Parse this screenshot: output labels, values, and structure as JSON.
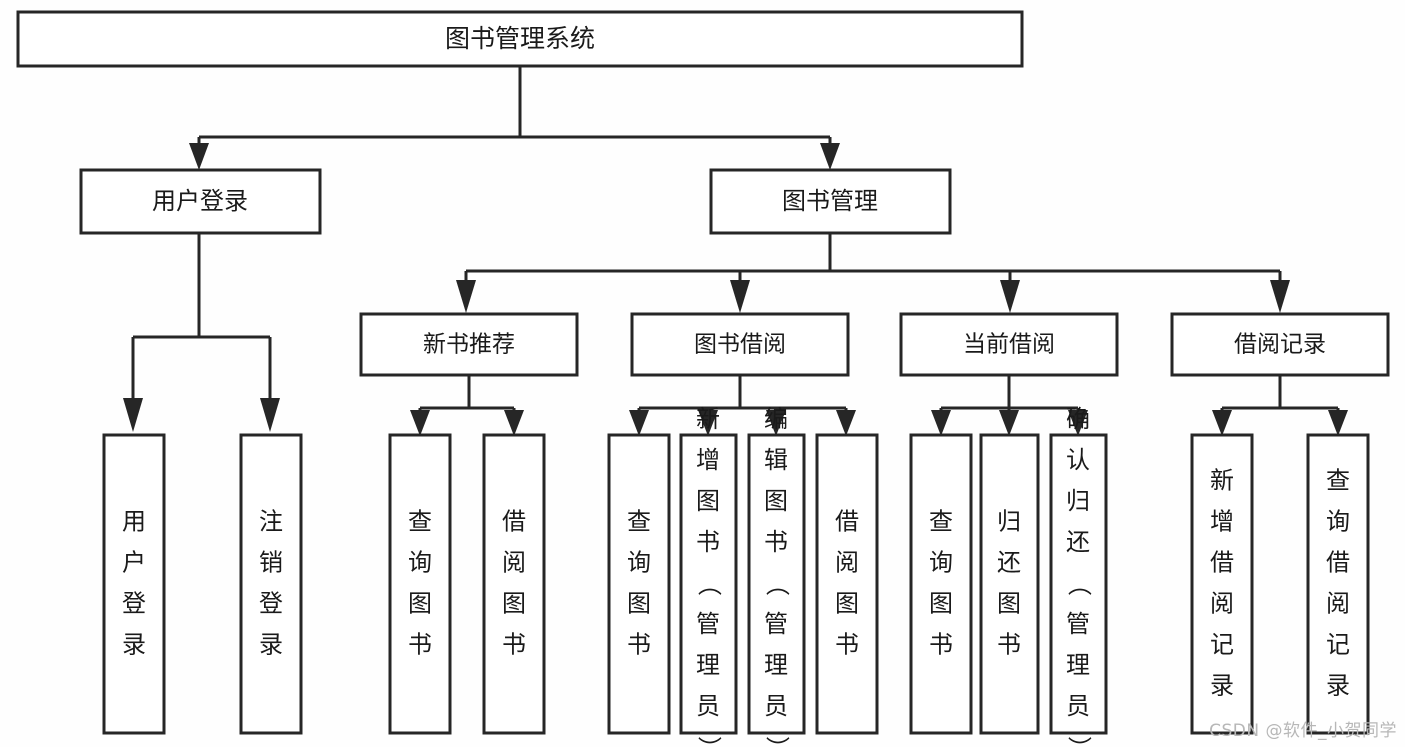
{
  "diagram": {
    "type": "tree-hierarchy",
    "title": "图书管理系统",
    "watermark": "CSDN @软件_小贺同学",
    "colors": {
      "stroke": "#262626",
      "box_fill": "#ffffff",
      "text": "#1a1a1a",
      "background": "#fefefe",
      "watermark": "#b7b7b7"
    },
    "levels": {
      "level1": [
        "图书管理系统"
      ],
      "level2": [
        "用户登录",
        "图书管理"
      ],
      "level3": [
        "新书推荐",
        "图书借阅",
        "当前借阅",
        "借阅记录"
      ],
      "level4": [
        "用户登录",
        "注销登录",
        "查询图书",
        "借阅图书",
        "查询图书",
        "新增图书（管理员）",
        "编辑图书（管理员）",
        "借阅图书",
        "查询图书",
        "归还图书",
        "确认归还（管理员）",
        "新增借阅记录",
        "查询借阅记录"
      ]
    },
    "nodes": {
      "root": {
        "label": "图书管理系统"
      },
      "user_login": {
        "label": "用户登录"
      },
      "book_manage": {
        "label": "图书管理"
      },
      "new_book_rec": {
        "label": "新书推荐"
      },
      "book_borrow": {
        "label": "图书借阅"
      },
      "current_borrow": {
        "label": "当前借阅"
      },
      "borrow_record": {
        "label": "借阅记录"
      },
      "leaf_user_login": {
        "label": "用户登录"
      },
      "leaf_logout": {
        "label": "注销登录"
      },
      "leaf_query_book_1": {
        "label": "查询图书"
      },
      "leaf_borrow_book_1": {
        "label": "借阅图书"
      },
      "leaf_query_book_2": {
        "label": "查询图书"
      },
      "leaf_add_book": {
        "label": "新增图书（管理员）"
      },
      "leaf_edit_book": {
        "label": "编辑图书（管理员）"
      },
      "leaf_borrow_book_2": {
        "label": "借阅图书"
      },
      "leaf_query_book_3": {
        "label": "查询图书"
      },
      "leaf_return_book": {
        "label": "归还图书"
      },
      "leaf_confirm_return": {
        "label": "确认归还（管理员）"
      },
      "leaf_add_record": {
        "label": "新增借阅记录"
      },
      "leaf_query_record": {
        "label": "查询借阅记录"
      }
    },
    "edges": [
      {
        "from": "图书管理系统",
        "to": "用户登录"
      },
      {
        "from": "图书管理系统",
        "to": "图书管理"
      },
      {
        "from": "用户登录",
        "to": "用户登录"
      },
      {
        "from": "用户登录",
        "to": "注销登录"
      },
      {
        "from": "图书管理",
        "to": "新书推荐"
      },
      {
        "from": "图书管理",
        "to": "图书借阅"
      },
      {
        "from": "图书管理",
        "to": "当前借阅"
      },
      {
        "from": "图书管理",
        "to": "借阅记录"
      },
      {
        "from": "新书推荐",
        "to": "查询图书"
      },
      {
        "from": "新书推荐",
        "to": "借阅图书"
      },
      {
        "from": "图书借阅",
        "to": "查询图书"
      },
      {
        "from": "图书借阅",
        "to": "新增图书（管理员）"
      },
      {
        "from": "图书借阅",
        "to": "编辑图书（管理员）"
      },
      {
        "from": "图书借阅",
        "to": "借阅图书"
      },
      {
        "from": "当前借阅",
        "to": "查询图书"
      },
      {
        "from": "当前借阅",
        "to": "归还图书"
      },
      {
        "from": "当前借阅",
        "to": "确认归还（管理员）"
      },
      {
        "from": "借阅记录",
        "to": "新增借阅记录"
      },
      {
        "from": "借阅记录",
        "to": "查询借阅记录"
      }
    ]
  }
}
